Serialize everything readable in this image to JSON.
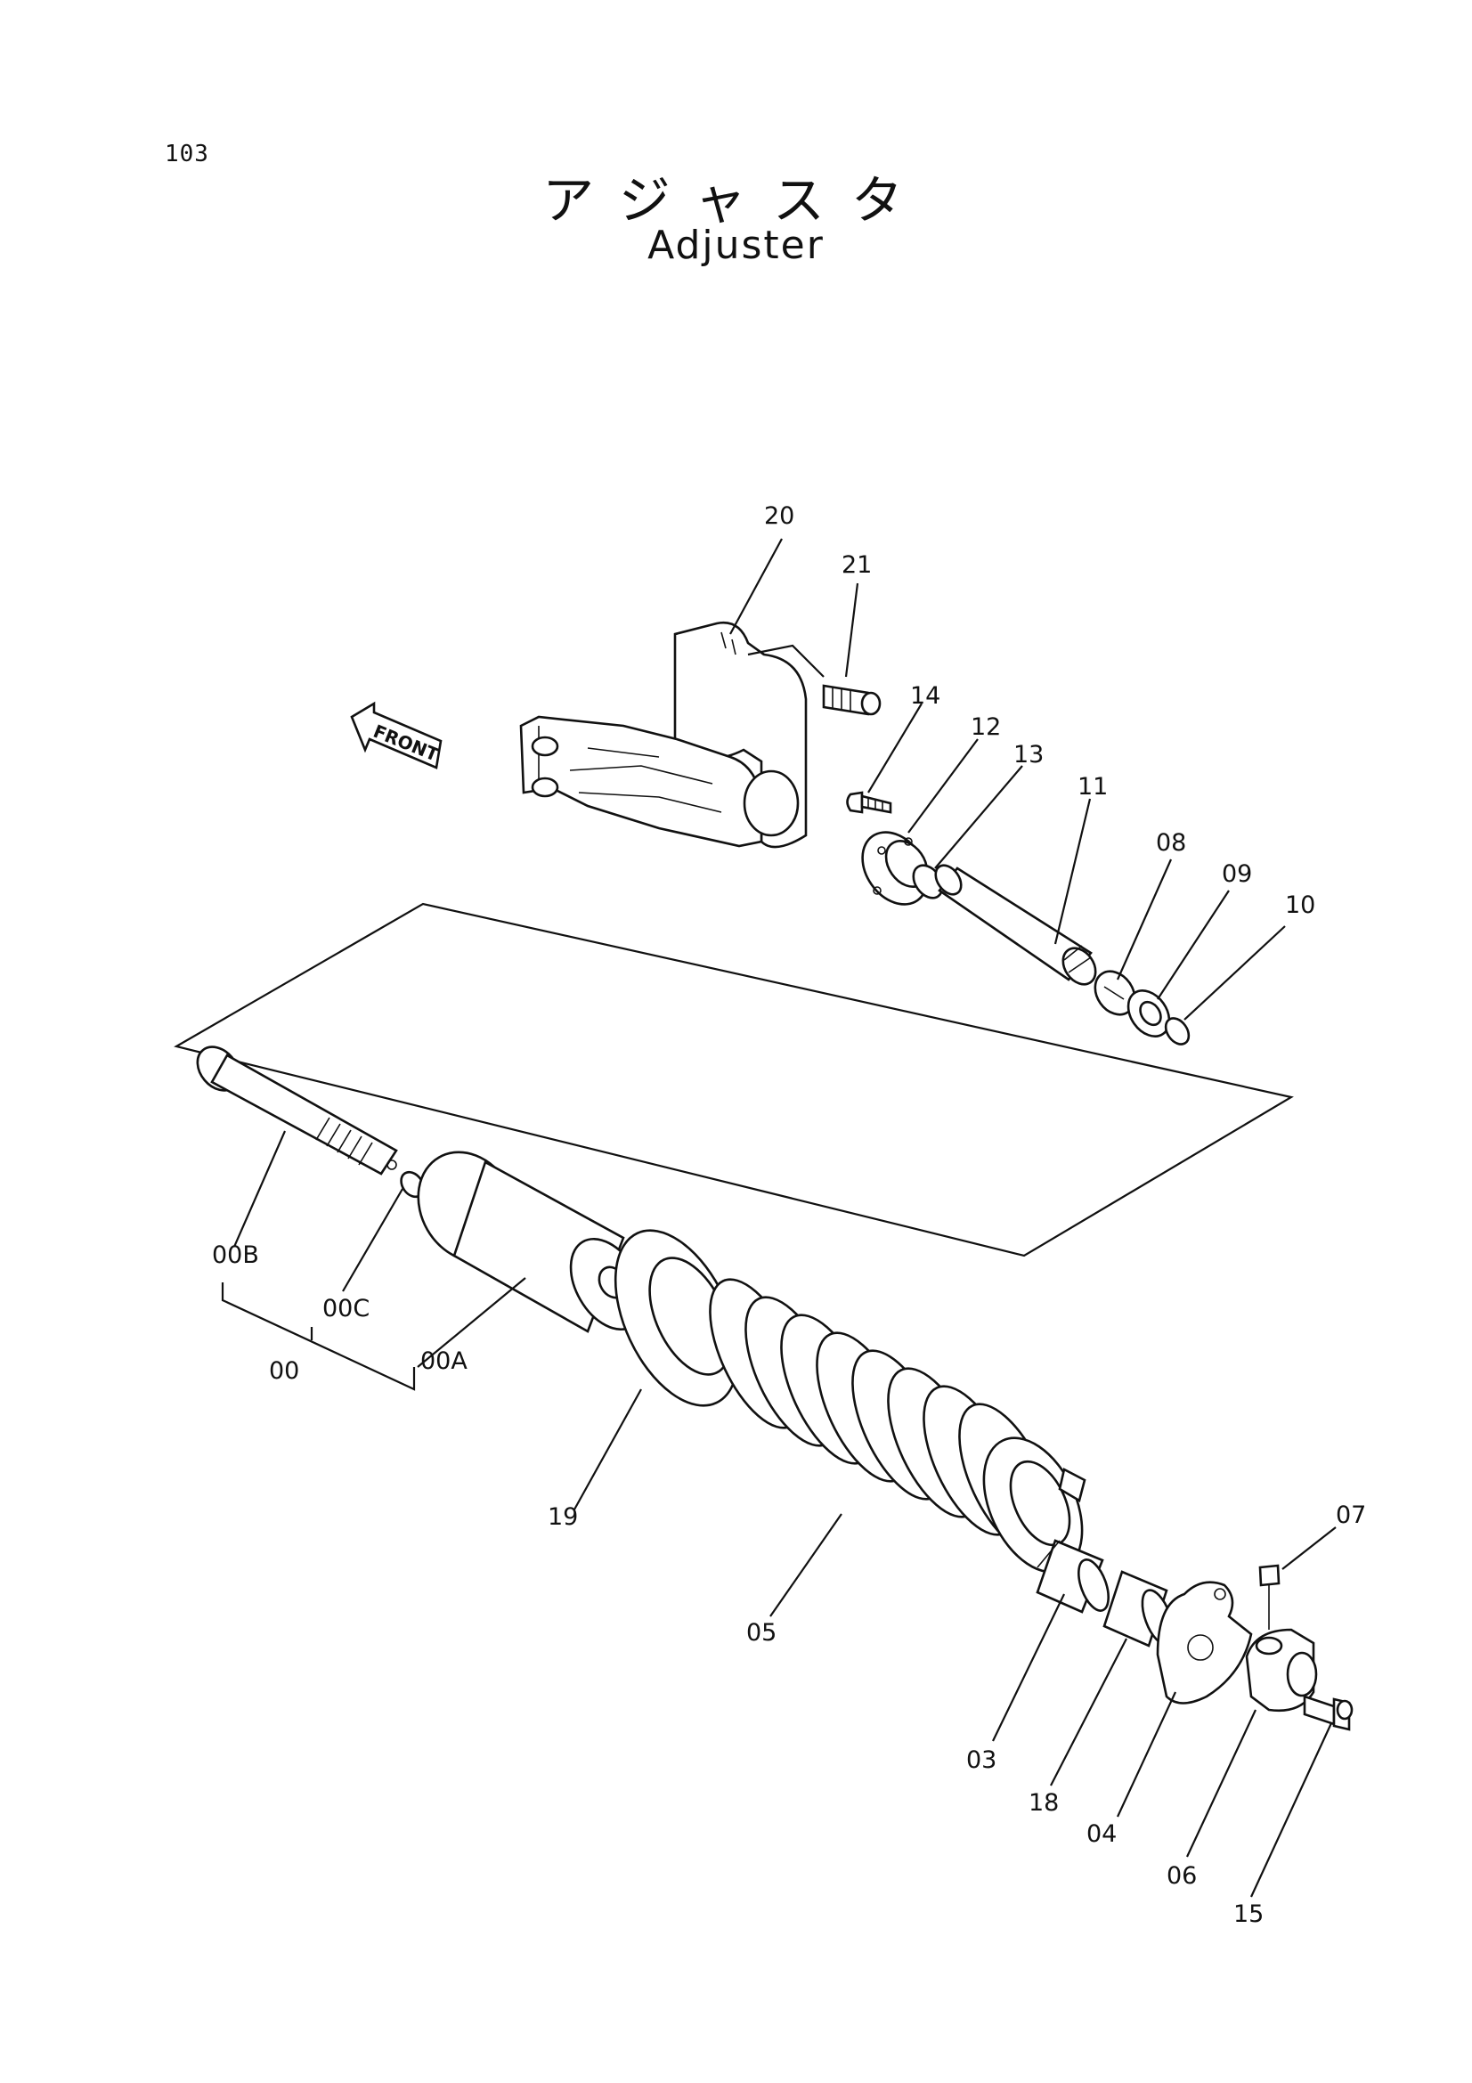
{
  "page": {
    "number": "103",
    "title_jp": "アジャスタ",
    "title_en": "Adjuster"
  },
  "front_arrow": {
    "label": "FRONT"
  },
  "callouts": {
    "c20": "20",
    "c21": "21",
    "c14": "14",
    "c12": "12",
    "c13": "13",
    "c11": "11",
    "c08": "08",
    "c09": "09",
    "c10": "10",
    "c00B": "00B",
    "c00C": "00C",
    "c00": "00",
    "c00A": "00A",
    "c19": "19",
    "c05": "05",
    "c07": "07",
    "c03": "03",
    "c18": "18",
    "c04": "04",
    "c06": "06",
    "c15": "15"
  }
}
